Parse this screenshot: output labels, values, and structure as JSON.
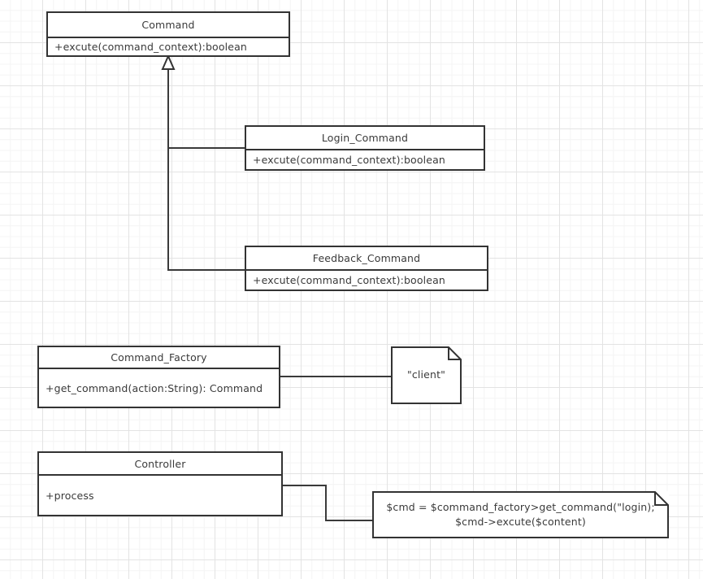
{
  "diagram": {
    "title": "Command pattern UML class diagram",
    "background": "#ffffff",
    "grid_minor_color": "#f4f4f4",
    "grid_major_color": "#e3e3e3",
    "stroke_color": "#333333",
    "text_color": "#3a3a3a"
  },
  "classes": [
    {
      "id": "command",
      "name": "Command",
      "members": [
        "+excute(command_context):boolean"
      ]
    },
    {
      "id": "login_command",
      "name": "Login_Command",
      "members": [
        "+excute(command_context):boolean"
      ]
    },
    {
      "id": "feedback_command",
      "name": "Feedback_Command",
      "members": [
        "+excute(command_context):boolean"
      ]
    },
    {
      "id": "command_factory",
      "name": "Command_Factory",
      "members": [
        "+get_command(action:String): Command"
      ]
    },
    {
      "id": "controller",
      "name": "Controller",
      "members": [
        "+process"
      ]
    }
  ],
  "notes": [
    {
      "id": "client_note",
      "text": "\"client\""
    },
    {
      "id": "code_note",
      "text": "$cmd = $command_factory>get_command(\"login);\n$cmd->excute($content)"
    }
  ],
  "relations": [
    {
      "id": "login-generalization",
      "type": "generalization",
      "from": "Login_Command",
      "to": "Command"
    },
    {
      "id": "feedback-generalization",
      "type": "generalization",
      "from": "Feedback_Command",
      "to": "Command"
    },
    {
      "id": "factory-client-link",
      "type": "association",
      "from": "Command_Factory",
      "to": "\"client\""
    },
    {
      "id": "controller-code-link",
      "type": "association",
      "from": "Controller",
      "to": "code note"
    }
  ]
}
